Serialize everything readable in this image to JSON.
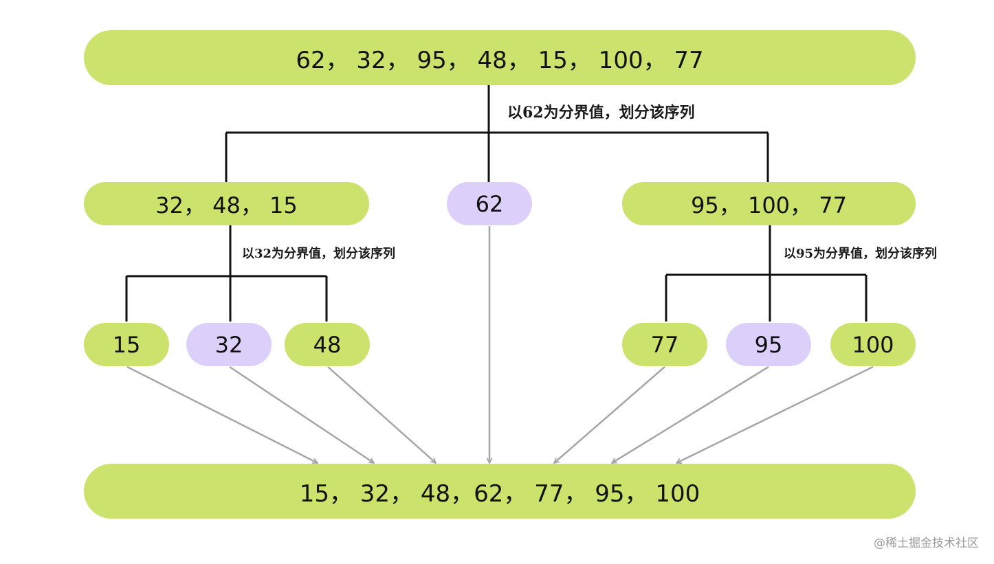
{
  "root": {
    "text": "62， 32， 95， 48， 15， 100， 77"
  },
  "split_labels": {
    "root": "以62为分界值，划分该序列",
    "left": "以32为分界值，划分该序列",
    "right": "以95为分界值，划分该序列"
  },
  "level1": {
    "left": "32， 48， 15",
    "pivot": "62",
    "right": "95， 100， 77"
  },
  "level2": {
    "left": [
      "15",
      "32",
      "48"
    ],
    "right": [
      "77",
      "95",
      "100"
    ]
  },
  "result": {
    "text": "15， 32， 48，62， 77， 95， 100"
  },
  "watermark": "@稀土掘金技术社区",
  "colors": {
    "partition_box": "#cbe36c",
    "pivot_box": "#dcd0fa",
    "tree_line": "#111111",
    "merge_arrow": "#a6a6a6"
  }
}
